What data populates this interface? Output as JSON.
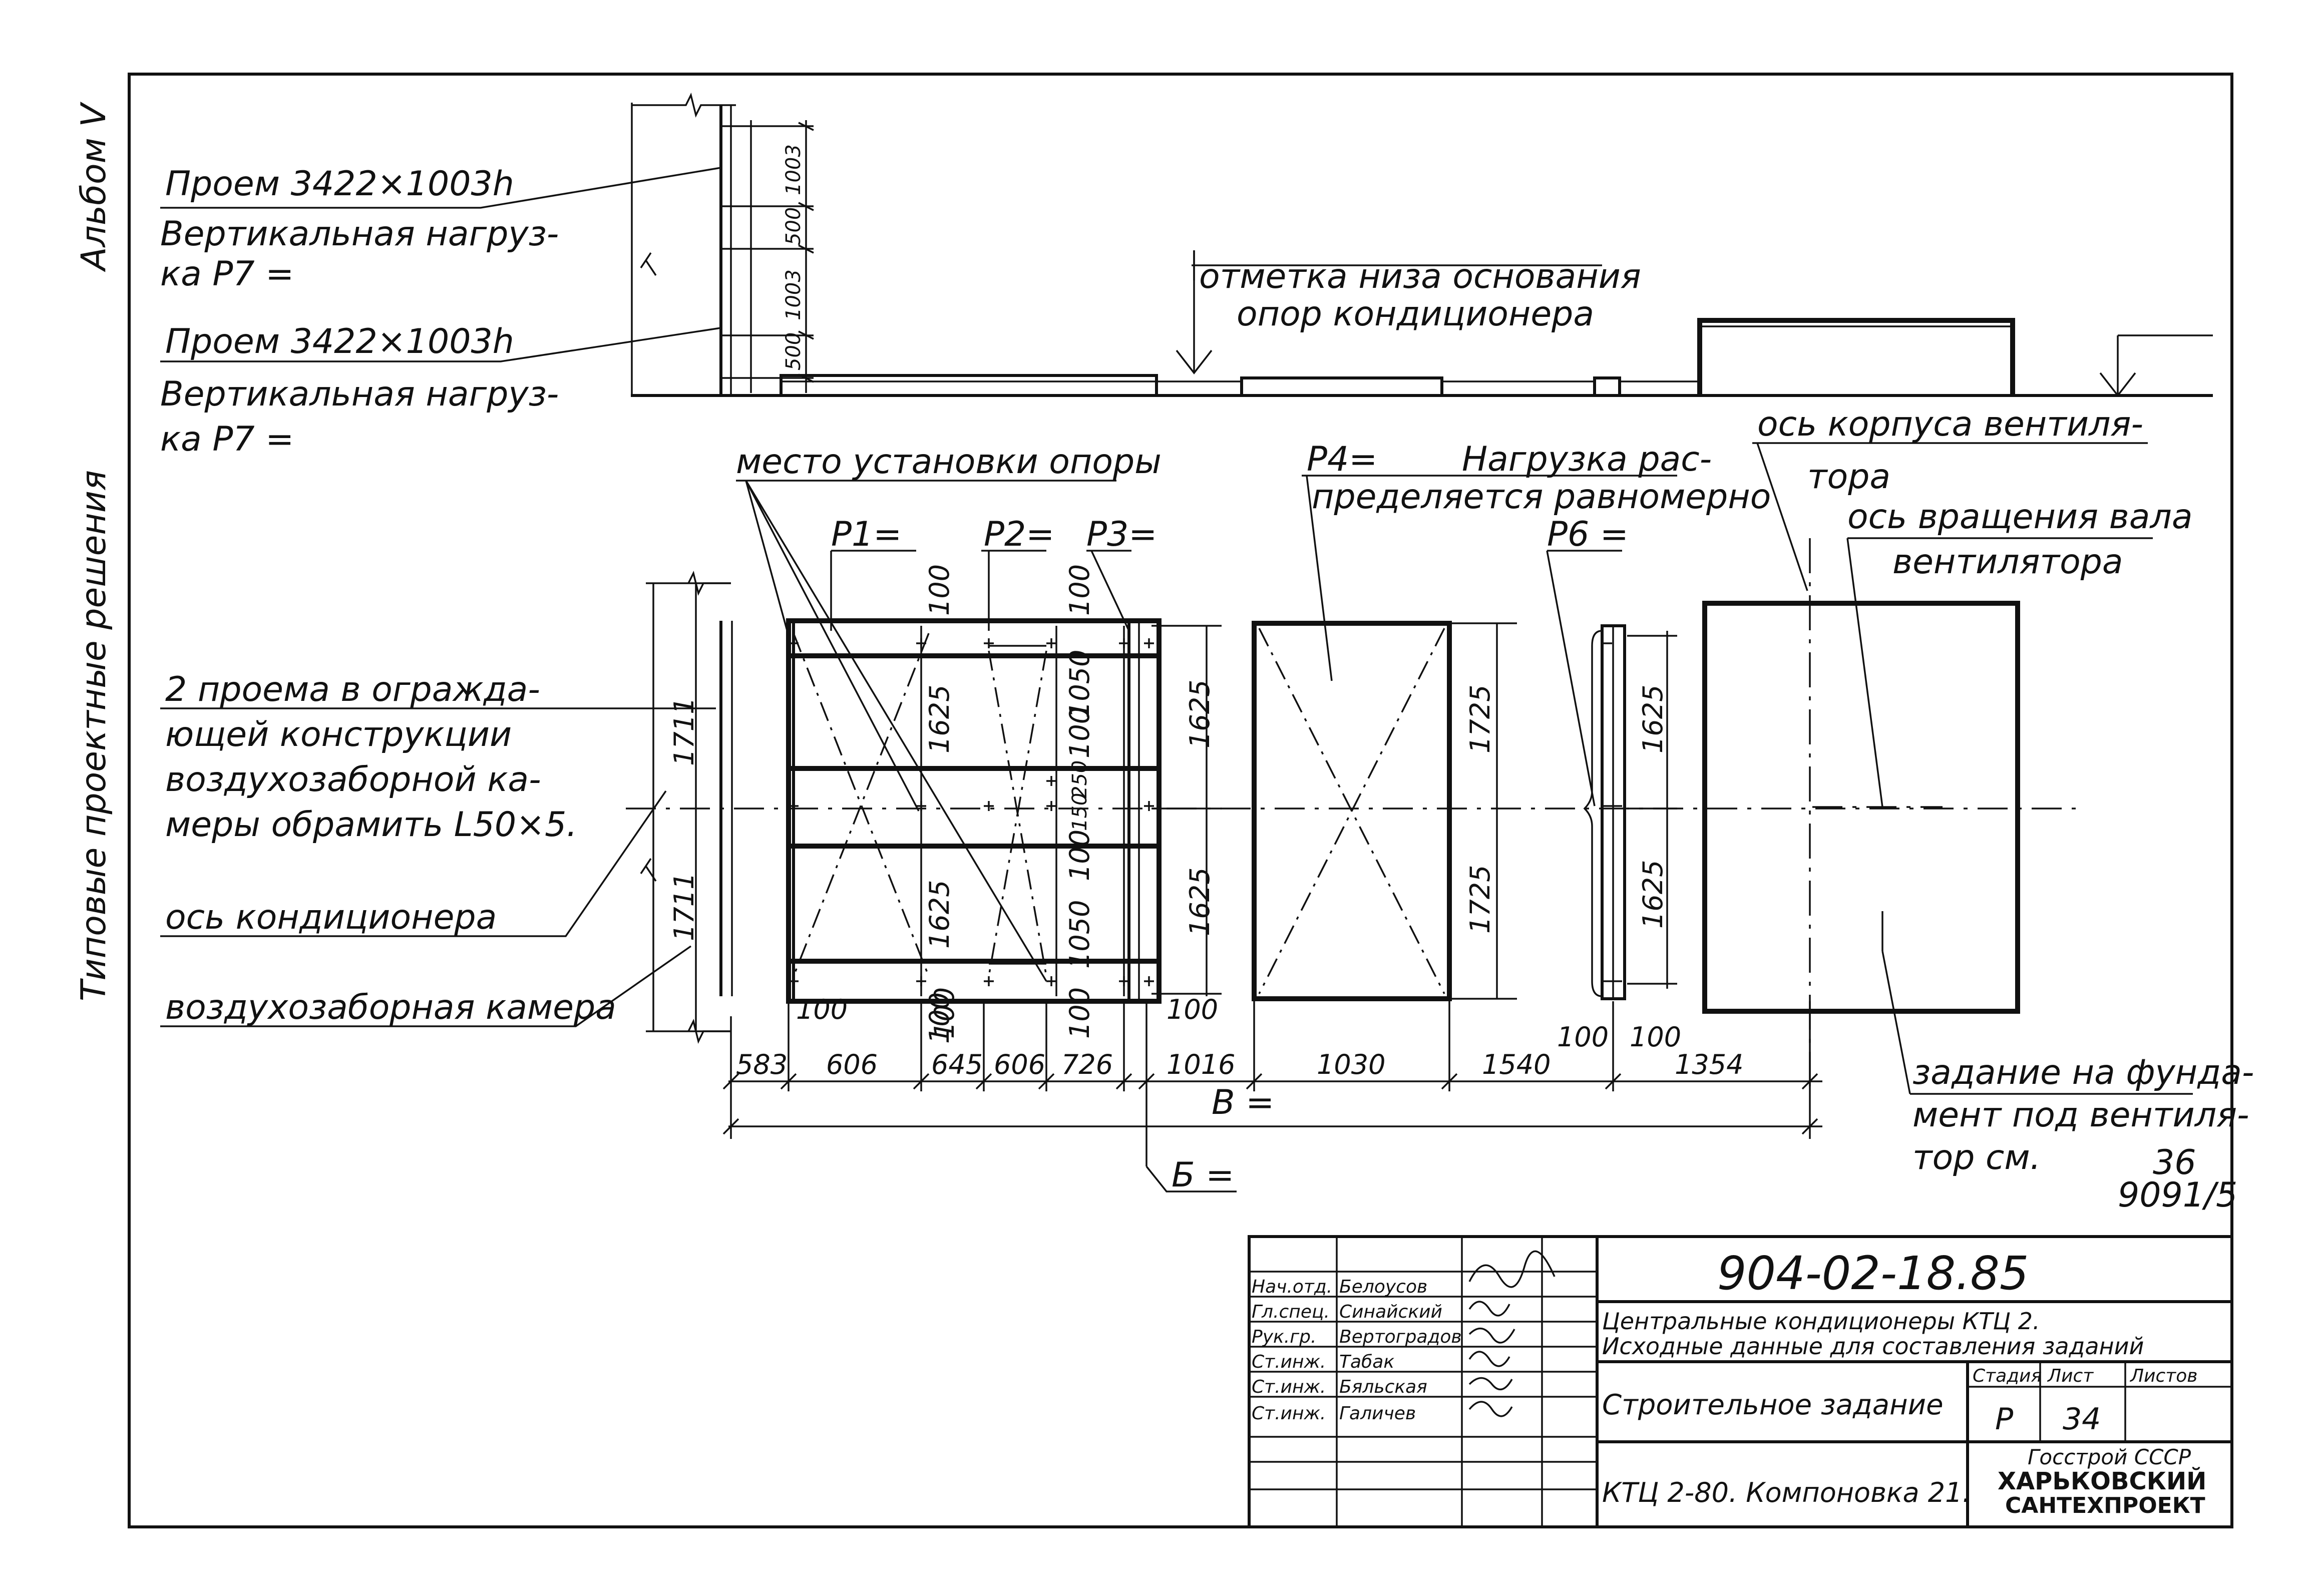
{
  "side": {
    "album": "Альбом V",
    "series": "Типовые проектные решения"
  },
  "labels": {
    "opening1": "Проем 3422×1003h",
    "load1_a": "Вертикальная нагруз-",
    "load1_b": "ка P7 =",
    "opening2": "Проем 3422×1003h",
    "load2_a": "Вертикальная нагруз-",
    "load2_b": "ка P7 =",
    "base_mark_a": "отметка низа основания",
    "base_mark_b": "опор кондиционера",
    "support_place": "место установки опоры",
    "p1": "P1=",
    "p2": "P2=",
    "p3": "P3=",
    "p4": "P4=",
    "p6": "P6 =",
    "load_distributed_a": "Нагрузка рас-",
    "load_distributed_b": "пределяется равномерно",
    "fan_body_axis_a": "ось корпуса вентиля-",
    "fan_body_axis_b": "тора",
    "fan_shaft_axis_a": "ось вращения вала",
    "fan_shaft_axis_b": "вентилятора",
    "openings_a": "2 проема в огражда-",
    "openings_b": "ющей конструкции",
    "openings_c": "воздухозаборной ка-",
    "openings_d": "меры обрамить L50×5.",
    "conditioner_axis": "ось кондиционера",
    "intake_chamber": "воздухозаборная камера",
    "foundation_a": "задание на фунда-",
    "foundation_b": "мент под вентиля-",
    "foundation_c": "тор см.",
    "ref_top": "36",
    "ref_bottom": "9091/5",
    "b_eq": "Б =",
    "v_eq": "В ="
  },
  "dims": {
    "elev": [
      "1003",
      "500",
      "1003",
      "500"
    ],
    "v1711a": "1711",
    "v1711b": "1711",
    "h": [
      "583",
      "606",
      "645",
      "606",
      "726",
      "1016",
      "1030",
      "1540",
      "1354"
    ],
    "v1625": [
      "1625",
      "1625",
      "1625",
      "1625",
      "1625",
      "1625"
    ],
    "v1725": [
      "1725",
      "1725"
    ],
    "v1050": [
      "1050",
      "1050"
    ],
    "v100": [
      "100",
      "100",
      "100",
      "100",
      "100"
    ],
    "v250": "250",
    "v150": "150",
    "h100": [
      "100",
      "100",
      "100",
      "100",
      "100"
    ]
  },
  "title_block": {
    "doc_number": "904-02-18.85",
    "title_a": "Центральные кондиционеры КТЦ 2.",
    "title_b": "Исходные данные для составления заданий",
    "kind": "Строительное задание",
    "layout": "КТЦ 2-80. Компоновка 21.",
    "stage_h": "Стадия",
    "sheet_h": "Лист",
    "sheets_h": "Листов",
    "stage": "Р",
    "sheet": "34",
    "sheets": "",
    "org_a": "Госстрой СССР",
    "org_b": "ХАРЬКОВСКИЙ",
    "org_c": "САНТЕХПРОЕКТ",
    "roles": [
      "Нач.отд.",
      "Гл.спец.",
      "Рук.гр.",
      "Ст.инж.",
      "Ст.инж.",
      "Ст.инж."
    ],
    "names": [
      "Белоусов",
      "Синайский",
      "Вертоградов",
      "Табак",
      "Бяльская",
      "Галичев"
    ]
  }
}
